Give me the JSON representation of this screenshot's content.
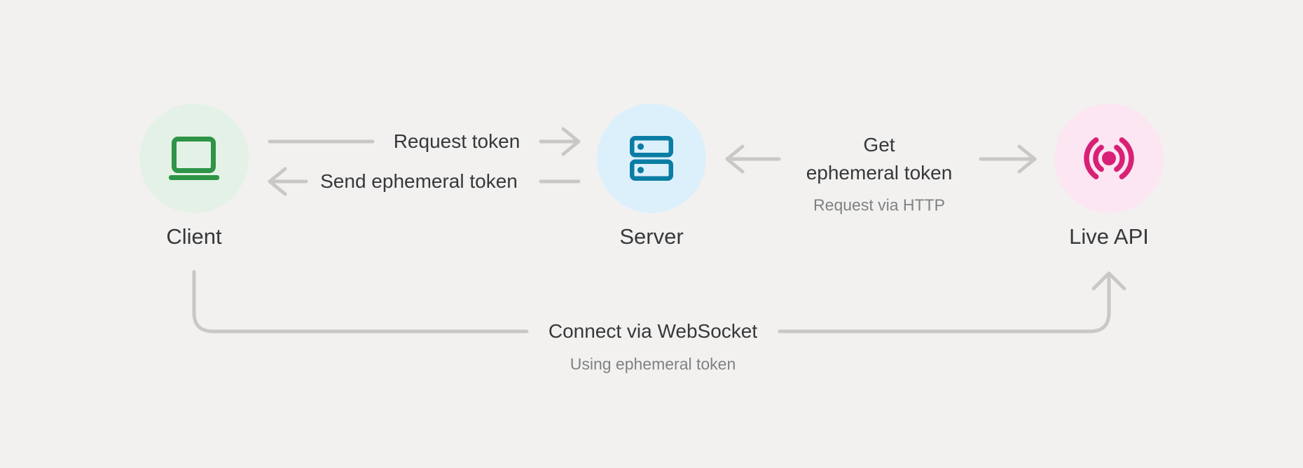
{
  "nodes": [
    {
      "id": "client",
      "label": "Client",
      "icon": "laptop-icon",
      "icon_color": "#2E9447",
      "circle_color": "#E4F1E6"
    },
    {
      "id": "server",
      "label": "Server",
      "icon": "server-rack-icon",
      "icon_color": "#0B7DA4",
      "circle_color": "#DCF0FB"
    },
    {
      "id": "live-api",
      "label": "Live API",
      "icon": "live-broadcast-icon",
      "icon_color": "#D92077",
      "circle_color": "#FBE6F2"
    }
  ],
  "edges": [
    {
      "id": "request-token",
      "from": "client",
      "to": "server",
      "label": "Request token"
    },
    {
      "id": "send-ephemeral-token",
      "from": "server",
      "to": "client",
      "label": "Send ephemeral token"
    },
    {
      "id": "get-ephemeral-token",
      "from": "server",
      "to": "live-api",
      "label": "Get ephemeral token",
      "label_lines": [
        "Get",
        "ephemeral token"
      ],
      "sublabel": "Request via HTTP"
    },
    {
      "id": "connect-websocket",
      "from": "client",
      "to": "live-api",
      "label": "Connect via WebSocket",
      "sublabel": "Using ephemeral token"
    }
  ],
  "colors": {
    "background": "#F2F1EF",
    "connector": "#C9C8C6",
    "label_text": "#36383B",
    "sublabel_text": "#7F8183",
    "client_green": "#2E9447",
    "client_circle": "#E4F1E6",
    "server_teal": "#0B7DA4",
    "server_circle": "#DCF0FB",
    "live_pink": "#D92077",
    "live_circle": "#FBE6F2"
  }
}
